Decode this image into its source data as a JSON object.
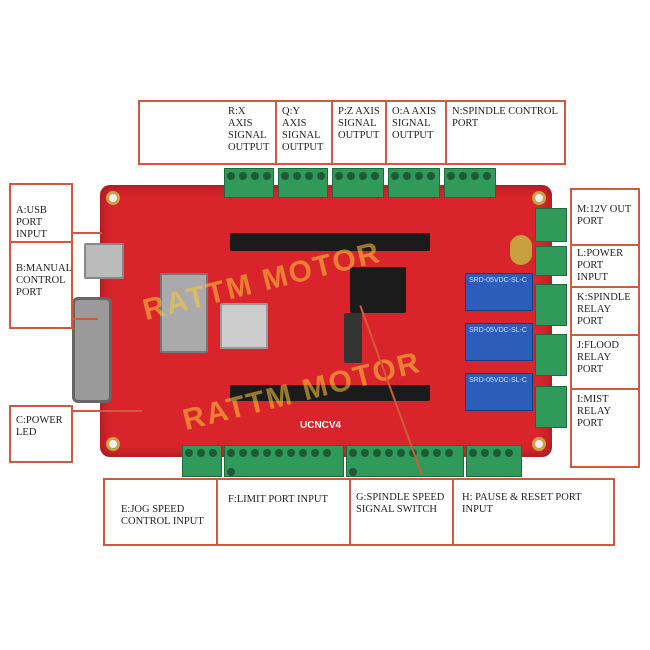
{
  "labels": {
    "left": [
      {
        "id": "A",
        "text": "A:USB PORT INPUT"
      },
      {
        "id": "B",
        "text": "B:MANUAL CONTROL PORT"
      },
      {
        "id": "C",
        "text": "C:POWER LED"
      }
    ],
    "top": [
      {
        "id": "R",
        "text": "R:X AXIS SIGNAL OUTPUT"
      },
      {
        "id": "Q",
        "text": "Q:Y AXIS SIGNAL OUTPUT"
      },
      {
        "id": "P",
        "text": "P:Z AXIS SIGNAL OUTPUT"
      },
      {
        "id": "O",
        "text": "O:A AXIS SIGNAL OUTPUT"
      },
      {
        "id": "N",
        "text": "N:SPINDLE CONTROL PORT"
      }
    ],
    "right": [
      {
        "id": "M",
        "text": "M:12V OUT PORT"
      },
      {
        "id": "L",
        "text": "L:POWER PORT INPUT"
      },
      {
        "id": "K",
        "text": "K:SPINDLE RELAY PORT"
      },
      {
        "id": "J",
        "text": "J:FLOOD RELAY PORT"
      },
      {
        "id": "I",
        "text": "I:MIST RELAY PORT"
      }
    ],
    "bottom": [
      {
        "id": "E",
        "text": "E:JOG SPEED CONTROL INPUT"
      },
      {
        "id": "F",
        "text": "F:LIMIT PORT INPUT"
      },
      {
        "id": "G",
        "text": "G:SPINDLE SPEED SIGNAL SWITCH"
      },
      {
        "id": "H",
        "text": "H: PAUSE & RESET PORT INPUT"
      }
    ]
  },
  "board": {
    "model": "UCNCV4",
    "watermark": "RATTM MOTOR",
    "relay_text": "SRD-05VDC-SL-C"
  },
  "colors": {
    "board": "#d8242a",
    "terminal": "#2f9a5a",
    "label_border": "#d25a3c"
  }
}
